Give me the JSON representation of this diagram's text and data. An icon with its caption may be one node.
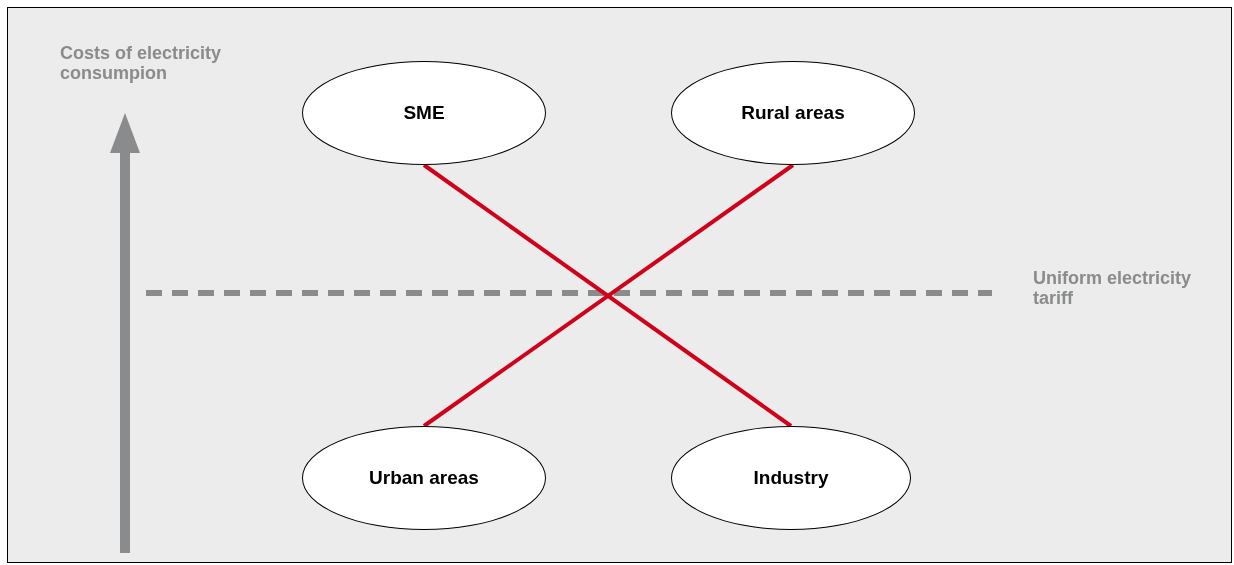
{
  "diagram": {
    "nodes": [
      {
        "text": [
          "SME"
        ]
      },
      {
        "text": [
          "Rural areas"
        ]
      },
      {
        "text": [
          "Urban areas"
        ]
      },
      {
        "text": [
          "Industry"
        ]
      }
    ],
    "edges": [
      {
        "from": 0,
        "to": 3,
        "arrow": "none"
      },
      {
        "from": 1,
        "to": 2,
        "arrow": "none"
      }
    ],
    "labels": [
      "Costs of electricity consumpion",
      "Uniform electricity tariff"
    ]
  }
}
